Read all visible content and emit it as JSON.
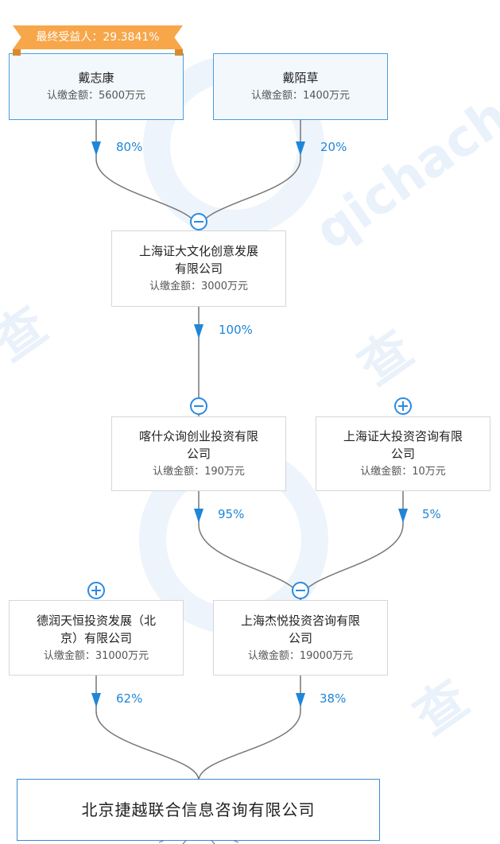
{
  "badge": {
    "text": "最终受益人：29.3841%"
  },
  "watermark": {
    "brand": "qichacha.com",
    "glyph": "查"
  },
  "nodes": {
    "dai_zhikang": {
      "name": "戴志康",
      "amount": "认缴金额：5600万元"
    },
    "dai_mocao": {
      "name": "戴陌草",
      "amount": "认缴金额：1400万元"
    },
    "zhengda_culture": {
      "name": "上海证大文化创意发展\n有限公司",
      "amount": "认缴金额：3000万元"
    },
    "kashi_zhongxun": {
      "name": "喀什众询创业投资有限\n公司",
      "amount": "认缴金额：190万元"
    },
    "zhengda_invest": {
      "name": "上海证大投资咨询有限\n公司",
      "amount": "认缴金额：10万元"
    },
    "derun_tianheng": {
      "name": "德润天恒投资发展（北\n京）有限公司",
      "amount": "认缴金额：31000万元"
    },
    "jieyue_consult": {
      "name": "上海杰悦投资咨询有限\n公司",
      "amount": "认缴金额：19000万元"
    },
    "target": {
      "name": "北京捷越联合信息咨询有限公司"
    }
  },
  "edges": {
    "e1": {
      "label": "80%"
    },
    "e2": {
      "label": "20%"
    },
    "e3": {
      "label": "100%"
    },
    "e4": {
      "label": "95%"
    },
    "e5": {
      "label": "5%"
    },
    "e6": {
      "label": "62%"
    },
    "e7": {
      "label": "38%"
    }
  },
  "colors": {
    "accent": "#2b8be3",
    "edge": "#777777",
    "badge": "#f7a64a",
    "person_border": "#4a9de0"
  }
}
